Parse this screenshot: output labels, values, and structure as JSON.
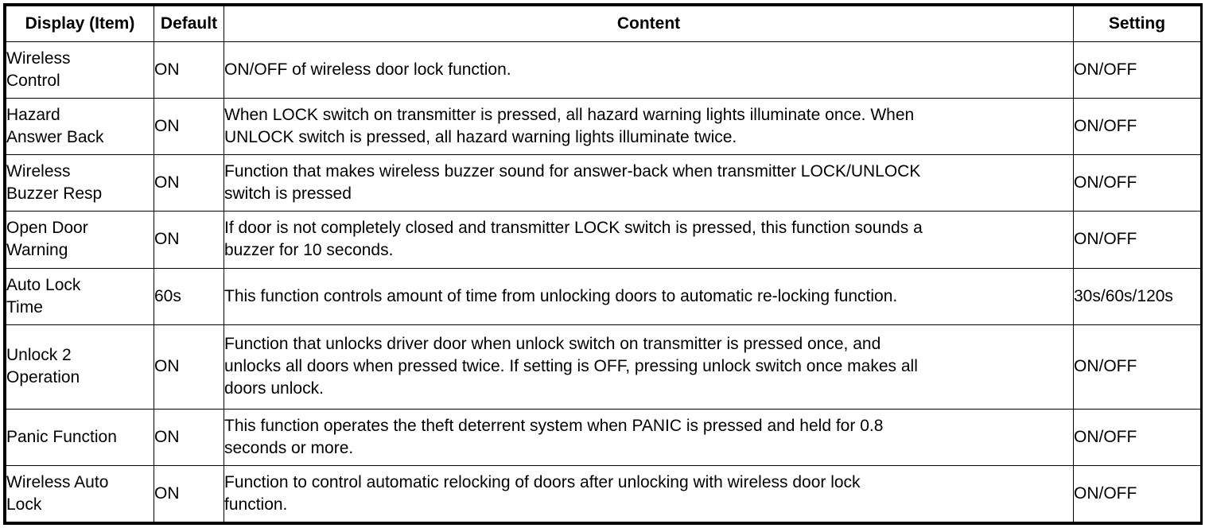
{
  "table": {
    "columns": [
      {
        "key": "item",
        "label": "Display (Item)"
      },
      {
        "key": "default",
        "label": "Default"
      },
      {
        "key": "content",
        "label": "Content"
      },
      {
        "key": "setting",
        "label": "Setting"
      }
    ],
    "rows": [
      {
        "item_line1": "Wireless",
        "item_line2": "Control",
        "default": "ON",
        "content_line1": "ON/OFF of wireless door lock function.",
        "content_line2": "",
        "content_line3": "",
        "setting": "ON/OFF"
      },
      {
        "item_line1": "Hazard",
        "item_line2": "Answer Back",
        "default": "ON",
        "content_line1": "When LOCK switch on transmitter is pressed, all hazard warning lights illuminate once. When",
        "content_line2": "UNLOCK switch is pressed, all hazard warning lights illuminate twice.",
        "content_line3": "",
        "setting": "ON/OFF"
      },
      {
        "item_line1": "Wireless",
        "item_line2": "Buzzer Resp",
        "default": "ON",
        "content_line1": "Function that makes wireless buzzer sound for answer-back when transmitter LOCK/UNLOCK",
        "content_line2": "switch is pressed",
        "content_line3": "",
        "setting": "ON/OFF"
      },
      {
        "item_line1": "Open Door",
        "item_line2": "Warning",
        "default": "ON",
        "content_line1": "If door is not completely closed and transmitter LOCK switch is pressed, this function sounds a",
        "content_line2": "buzzer for 10 seconds.",
        "content_line3": "",
        "setting": "ON/OFF"
      },
      {
        "item_line1": "Auto Lock",
        "item_line2": "Time",
        "default": "60s",
        "content_line1": "This function controls amount of time from unlocking doors to automatic re-locking function.",
        "content_line2": "",
        "content_line3": "",
        "setting": "30s/60s/120s"
      },
      {
        "item_line1": "Unlock 2",
        "item_line2": "Operation",
        "default": "ON",
        "content_line1": "Function that unlocks driver door when unlock switch on transmitter is pressed once, and",
        "content_line2": "unlocks all doors when pressed twice. If setting is OFF, pressing unlock switch once makes all",
        "content_line3": "doors unlock.",
        "setting": "ON/OFF"
      },
      {
        "item_line1": "Panic Function",
        "item_line2": "",
        "default": "ON",
        "content_line1": "This function operates the theft deterrent system when PANIC is pressed and held for 0.8",
        "content_line2": "seconds or more.",
        "content_line3": "",
        "setting": "ON/OFF"
      },
      {
        "item_line1": "Wireless Auto",
        "item_line2": "Lock",
        "default": "ON",
        "content_line1": "Function to control automatic relocking of doors after unlocking with wireless door lock",
        "content_line2": "function.",
        "content_line3": "",
        "setting": "ON/OFF"
      }
    ]
  },
  "colors": {
    "border": "#000000",
    "text": "#000000",
    "background": "#ffffff"
  }
}
